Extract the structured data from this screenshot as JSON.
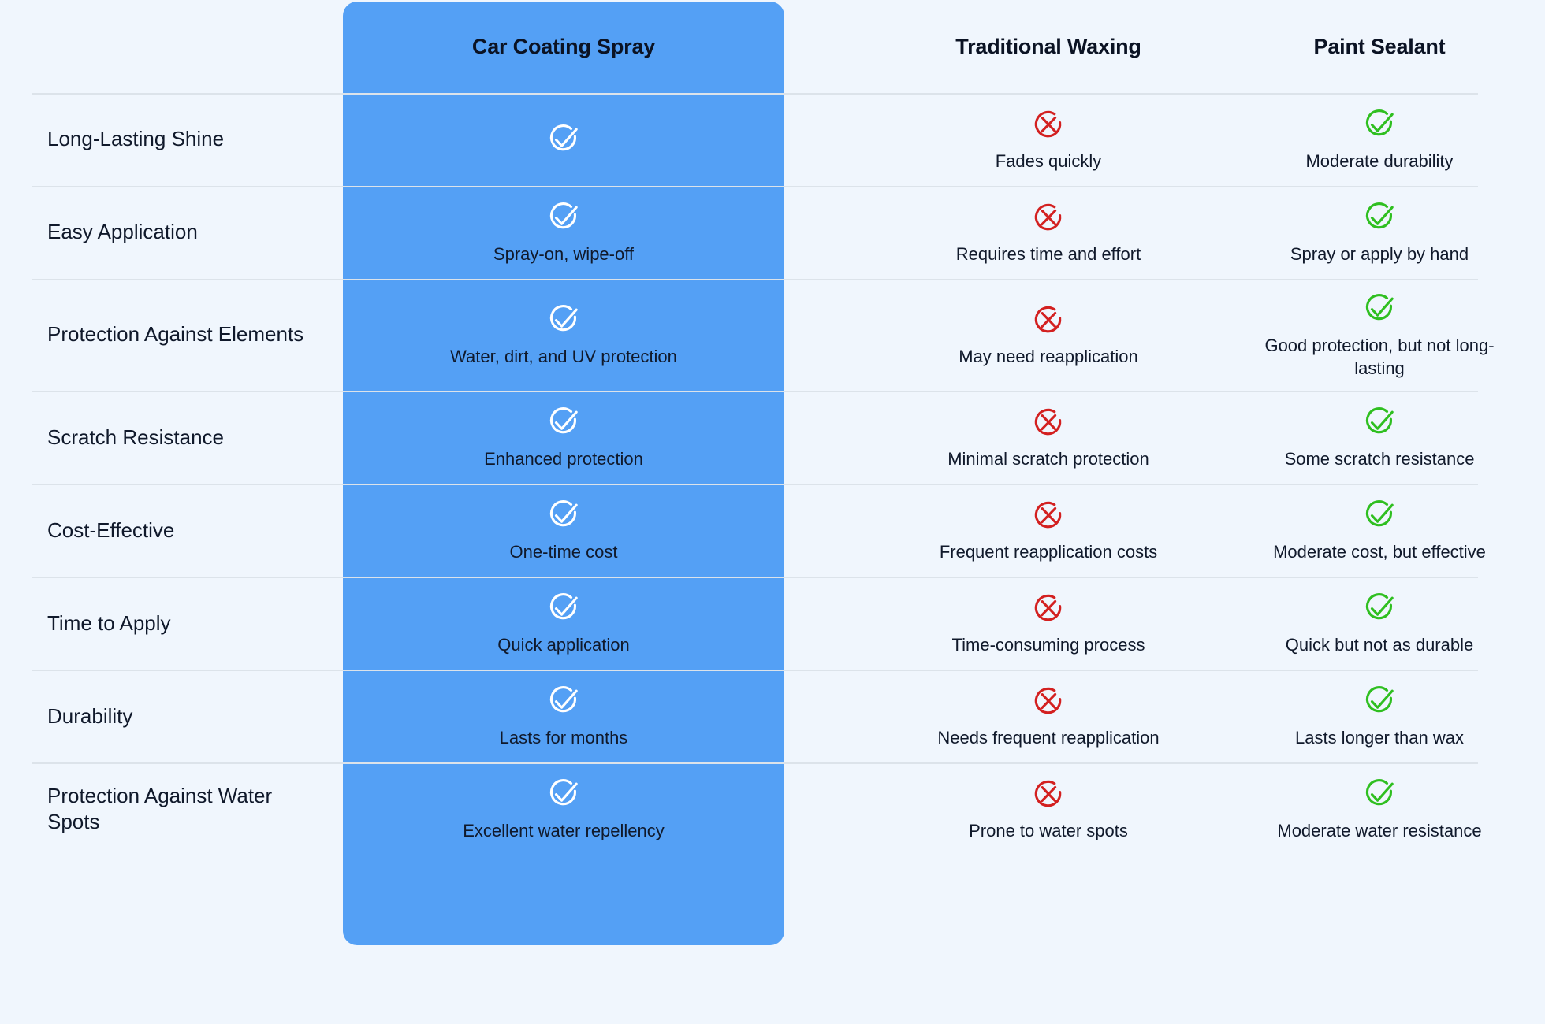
{
  "theme": {
    "page_background": "#F0F6FD",
    "highlight_column_color": "#54A0F5",
    "divider_color": "#DCE3EA",
    "text_color": "#10192B",
    "check_green": "#2FBF20",
    "cross_red": "#D32020",
    "check_white": "#FFFFFF"
  },
  "table": {
    "feature_column_header": "",
    "columns": [
      {
        "key": "car_coating_spray",
        "label": "Car Coating Spray",
        "highlighted": true
      },
      {
        "key": "traditional_waxing",
        "label": "Traditional Waxing",
        "highlighted": false
      },
      {
        "key": "paint_sealant",
        "label": "Paint Sealant",
        "highlighted": false
      }
    ],
    "rows": [
      {
        "feature": "Long-Lasting Shine",
        "cells": [
          {
            "icon": "check-circle-icon",
            "icon_style": "white",
            "note": ""
          },
          {
            "icon": "x-circle-icon",
            "icon_style": "red",
            "note": "Fades quickly"
          },
          {
            "icon": "check-circle-icon",
            "icon_style": "green",
            "note": "Moderate durability"
          }
        ]
      },
      {
        "feature": "Easy Application",
        "cells": [
          {
            "icon": "check-circle-icon",
            "icon_style": "white",
            "note": "Spray-on, wipe-off"
          },
          {
            "icon": "x-circle-icon",
            "icon_style": "red",
            "note": "Requires time and effort"
          },
          {
            "icon": "check-circle-icon",
            "icon_style": "green",
            "note": "Spray or apply by hand"
          }
        ]
      },
      {
        "feature": "Protection Against Elements",
        "cells": [
          {
            "icon": "check-circle-icon",
            "icon_style": "white",
            "note": "Water, dirt, and UV protection"
          },
          {
            "icon": "x-circle-icon",
            "icon_style": "red",
            "note": "May need reapplication"
          },
          {
            "icon": "check-circle-icon",
            "icon_style": "green",
            "note": "Good protection, but not long-lasting"
          }
        ]
      },
      {
        "feature": "Scratch Resistance",
        "cells": [
          {
            "icon": "check-circle-icon",
            "icon_style": "white",
            "note": "Enhanced protection"
          },
          {
            "icon": "x-circle-icon",
            "icon_style": "red",
            "note": "Minimal scratch protection"
          },
          {
            "icon": "check-circle-icon",
            "icon_style": "green",
            "note": "Some scratch resistance"
          }
        ]
      },
      {
        "feature": "Cost-Effective",
        "cells": [
          {
            "icon": "check-circle-icon",
            "icon_style": "white",
            "note": "One-time cost"
          },
          {
            "icon": "x-circle-icon",
            "icon_style": "red",
            "note": "Frequent reapplication costs"
          },
          {
            "icon": "check-circle-icon",
            "icon_style": "green",
            "note": "Moderate cost, but effective"
          }
        ]
      },
      {
        "feature": "Time to Apply",
        "cells": [
          {
            "icon": "check-circle-icon",
            "icon_style": "white",
            "note": "Quick application"
          },
          {
            "icon": "x-circle-icon",
            "icon_style": "red",
            "note": "Time-consuming process"
          },
          {
            "icon": "check-circle-icon",
            "icon_style": "green",
            "note": "Quick but not as durable"
          }
        ]
      },
      {
        "feature": "Durability",
        "cells": [
          {
            "icon": "check-circle-icon",
            "icon_style": "white",
            "note": "Lasts for months"
          },
          {
            "icon": "x-circle-icon",
            "icon_style": "red",
            "note": "Needs frequent reapplication"
          },
          {
            "icon": "check-circle-icon",
            "icon_style": "green",
            "note": "Lasts longer than wax"
          }
        ]
      },
      {
        "feature": "Protection Against Water Spots",
        "cells": [
          {
            "icon": "check-circle-icon",
            "icon_style": "white",
            "note": "Excellent water repellency"
          },
          {
            "icon": "x-circle-icon",
            "icon_style": "red",
            "note": "Prone to water spots"
          },
          {
            "icon": "check-circle-icon",
            "icon_style": "green",
            "note": "Moderate water resistance"
          }
        ]
      }
    ]
  }
}
